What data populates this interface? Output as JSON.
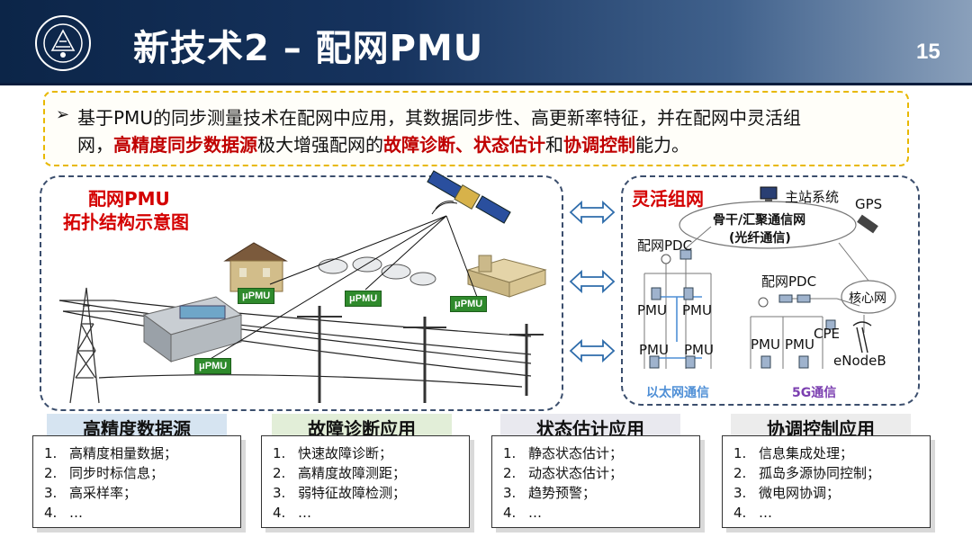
{
  "header": {
    "title": "新技术2 – 配网PMU",
    "page_number": "15"
  },
  "intro": {
    "bullet": "➢",
    "line1": "基于PMU的同步测量技术在配网中应用，其数据同步性、高更新率特征，并在配网中灵活组",
    "line2_a": "网，",
    "line2_b": "高精度同步数据源",
    "line2_c": "极大增强配网的",
    "line2_d": "故障诊断、状态估计",
    "line2_e": "和",
    "line2_f": "协调控制",
    "line2_g": "能力。"
  },
  "left_panel": {
    "title_line1": "配网PMU",
    "title_line2": "拓扑结构示意图",
    "badges": [
      "μPMU",
      "μPMU",
      "μPMU",
      "μPMU"
    ]
  },
  "right_panel": {
    "title": "灵活组网",
    "master": "主站系统",
    "gps": "GPS",
    "backbone_line1": "骨干/汇聚通信网",
    "backbone_line2": "(光纤通信)",
    "pdc_left": "配网PDC",
    "pdc_right": "配网PDC",
    "core_net": "核心网",
    "cpe": "CPE",
    "enodeb": "eNodeB",
    "pmu": "PMU",
    "ethernet_label": "以太网通信",
    "g5_label": "5G通信"
  },
  "cards": [
    {
      "title": "高精度数据源",
      "items": [
        "高精度相量数据；",
        "同步时标信息；",
        "高采样率；",
        "…"
      ]
    },
    {
      "title": "故障诊断应用",
      "items": [
        "快速故障诊断；",
        "高精度故障测距；",
        "弱特征故障检测；",
        "…"
      ]
    },
    {
      "title": "状态估计应用",
      "items": [
        "静态状态估计；",
        "动态状态估计；",
        "趋势预警；",
        "…"
      ]
    },
    {
      "title": "协调控制应用",
      "items": [
        "信息集成处理；",
        "孤岛多源协同控制；",
        "微电网协调；",
        "…"
      ]
    }
  ],
  "colors": {
    "header": "#16335e",
    "accent_red": "#c00000",
    "ethernet_blue": "#4f8fd6",
    "g5_purple": "#7b3fb0",
    "badge_green": "#2f8a2c"
  }
}
